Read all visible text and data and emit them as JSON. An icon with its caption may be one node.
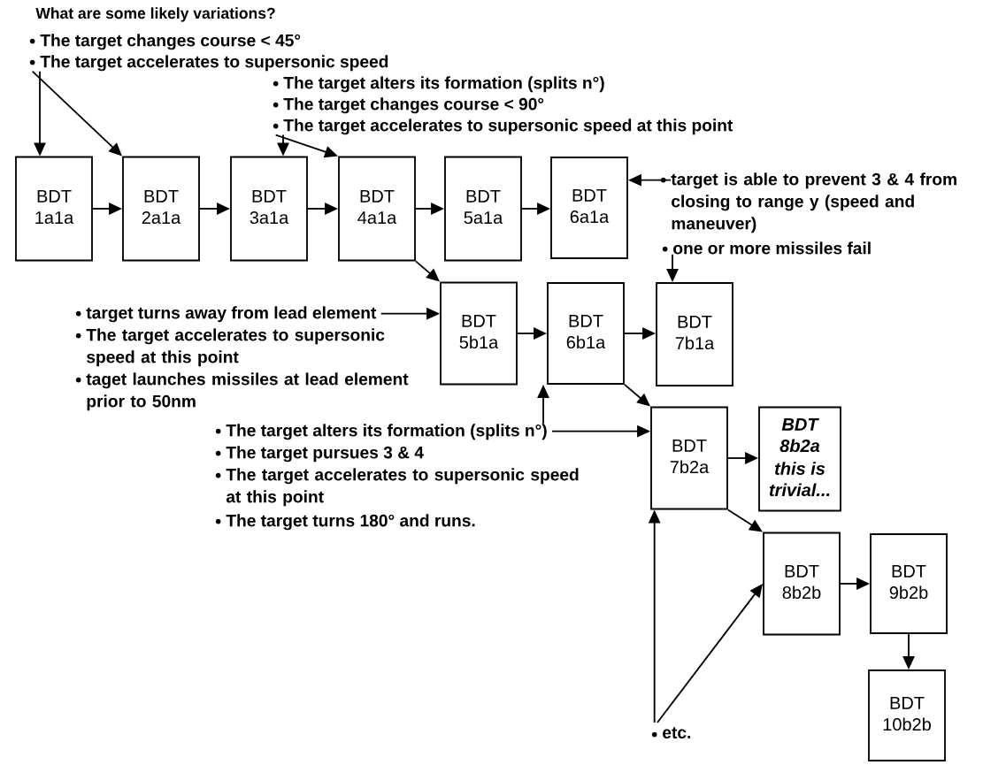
{
  "diagram": {
    "title": "What are some likely variations?",
    "nodes": [
      {
        "text": [
          "The target accelerates to supersonic speed"
        ]
      },
      {
        "text": [
          "The target accelerates to supersonic speed at this point"
        ]
      },
      {
        "text": [
          "BDT 1a1a"
        ]
      },
      {
        "text": [
          "BDT 2a1a"
        ]
      },
      {
        "text": [
          "BDT 3a1a"
        ]
      },
      {
        "text": [
          "BDT 4a1a"
        ]
      },
      {
        "text": [
          "BDT 5a1a"
        ]
      },
      {
        "text": [
          "BDT 6a1a"
        ]
      },
      {
        "text": [
          "target is able to prevent 3 & 4 from closing to range y (speed and maneuver)"
        ]
      },
      {
        "text": [
          "one or more missiles fail"
        ]
      },
      {
        "text": [
          "target turns away from lead element"
        ]
      },
      {
        "text": [
          "BDT 5b1a"
        ]
      },
      {
        "text": [
          "BDT 6b1a"
        ]
      },
      {
        "text": [
          "BDT 7b1a"
        ]
      },
      {
        "text": [
          "The target alters its formation (splits n°)"
        ]
      },
      {
        "text": [
          "BDT 7b2a"
        ]
      },
      {
        "text": [
          "BDT 8b2a",
          "this is trivial..."
        ]
      },
      {
        "text": [
          "BDT 8b2b"
        ]
      },
      {
        "text": [
          "BDT 9b2b"
        ]
      },
      {
        "text": [
          "BDT 10b2b"
        ]
      },
      {
        "text": [
          "etc."
        ]
      }
    ],
    "edges": [
      {
        "from": 0,
        "to": 2,
        "arrow": "to"
      },
      {
        "from": 0,
        "to": 3,
        "arrow": "to"
      },
      {
        "from": 1,
        "to": 4,
        "arrow": "to"
      },
      {
        "from": 1,
        "to": 5,
        "arrow": "to"
      },
      {
        "from": 2,
        "to": 3,
        "arrow": "to"
      },
      {
        "from": 3,
        "to": 4,
        "arrow": "to"
      },
      {
        "from": 4,
        "to": 5,
        "arrow": "to"
      },
      {
        "from": 5,
        "to": 6,
        "arrow": "to"
      },
      {
        "from": 6,
        "to": 7,
        "arrow": "to"
      },
      {
        "from": 5,
        "to": 11,
        "arrow": "to"
      },
      {
        "from": 10,
        "to": 11,
        "arrow": "to"
      },
      {
        "from": 11,
        "to": 12,
        "arrow": "to"
      },
      {
        "from": 12,
        "to": 13,
        "arrow": "to"
      },
      {
        "from": 8,
        "to": 7,
        "arrow": "to"
      },
      {
        "from": 9,
        "to": 13,
        "arrow": "to"
      },
      {
        "from": 12,
        "to": 15,
        "arrow": "to"
      },
      {
        "from": 14,
        "to": 15,
        "arrow": "to"
      },
      {
        "from": 14,
        "to": 12,
        "arrow": "to"
      },
      {
        "from": 15,
        "to": 16,
        "arrow": "to"
      },
      {
        "from": 15,
        "to": 17,
        "arrow": "to"
      },
      {
        "from": 17,
        "to": 18,
        "arrow": "to"
      },
      {
        "from": 18,
        "to": 19,
        "arrow": "to"
      },
      {
        "from": 20,
        "to": 15,
        "arrow": "to"
      },
      {
        "from": 20,
        "to": 17,
        "arrow": "to"
      }
    ],
    "labels": [
      "The target changes course < 45°",
      "The target alters its formation (splits n°)",
      "The target changes course < 90°",
      "The target accelerates to supersonic speed at this point",
      "taget launches missiles at lead element prior to 50nm",
      "The target pursues 3 & 4",
      "The target accelerates to supersonic speed at this point",
      "The target turns 180° and runs."
    ]
  }
}
